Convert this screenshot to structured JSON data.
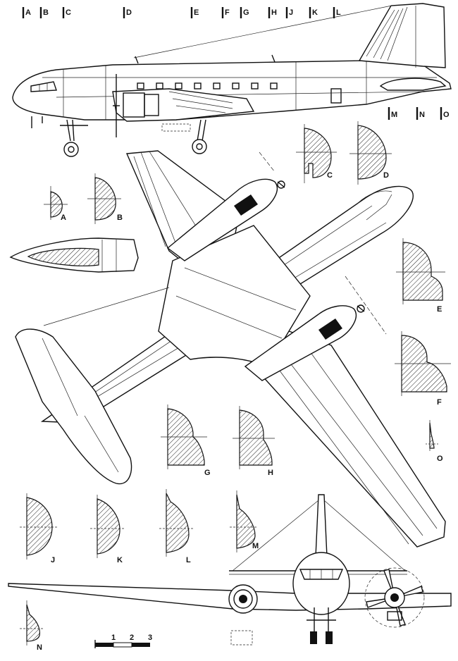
{
  "station_labels_top": [
    "A",
    "B",
    "C",
    "D",
    "E",
    "F",
    "G",
    "H",
    "J",
    "K",
    "L"
  ],
  "station_labels_tail": [
    "M",
    "N",
    "O"
  ],
  "section_labels": [
    "A",
    "B",
    "C",
    "D",
    "E",
    "F",
    "G",
    "H",
    "J",
    "K",
    "L",
    "M",
    "N",
    "O"
  ],
  "scale_bar": {
    "ticks": [
      "1",
      "2",
      "3"
    ]
  }
}
